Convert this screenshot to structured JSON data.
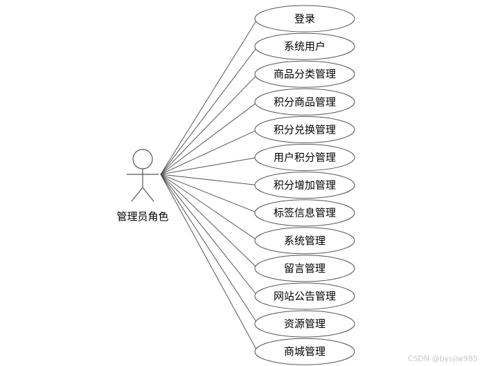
{
  "actor": {
    "label": "管理员角色"
  },
  "use_cases": [
    "登录",
    "系统用户",
    "商品分类管理",
    "积分商品管理",
    "积分兑换管理",
    "用户积分管理",
    "积分增加管理",
    "标签信息管理",
    "系统管理",
    "留言管理",
    "网站公告管理",
    "资源管理",
    "商城管理"
  ],
  "watermark": "CSDN @bysjlw985",
  "colors": {
    "stroke": "#555555",
    "ellipse_fill": "#ffffff",
    "text": "#000000"
  }
}
